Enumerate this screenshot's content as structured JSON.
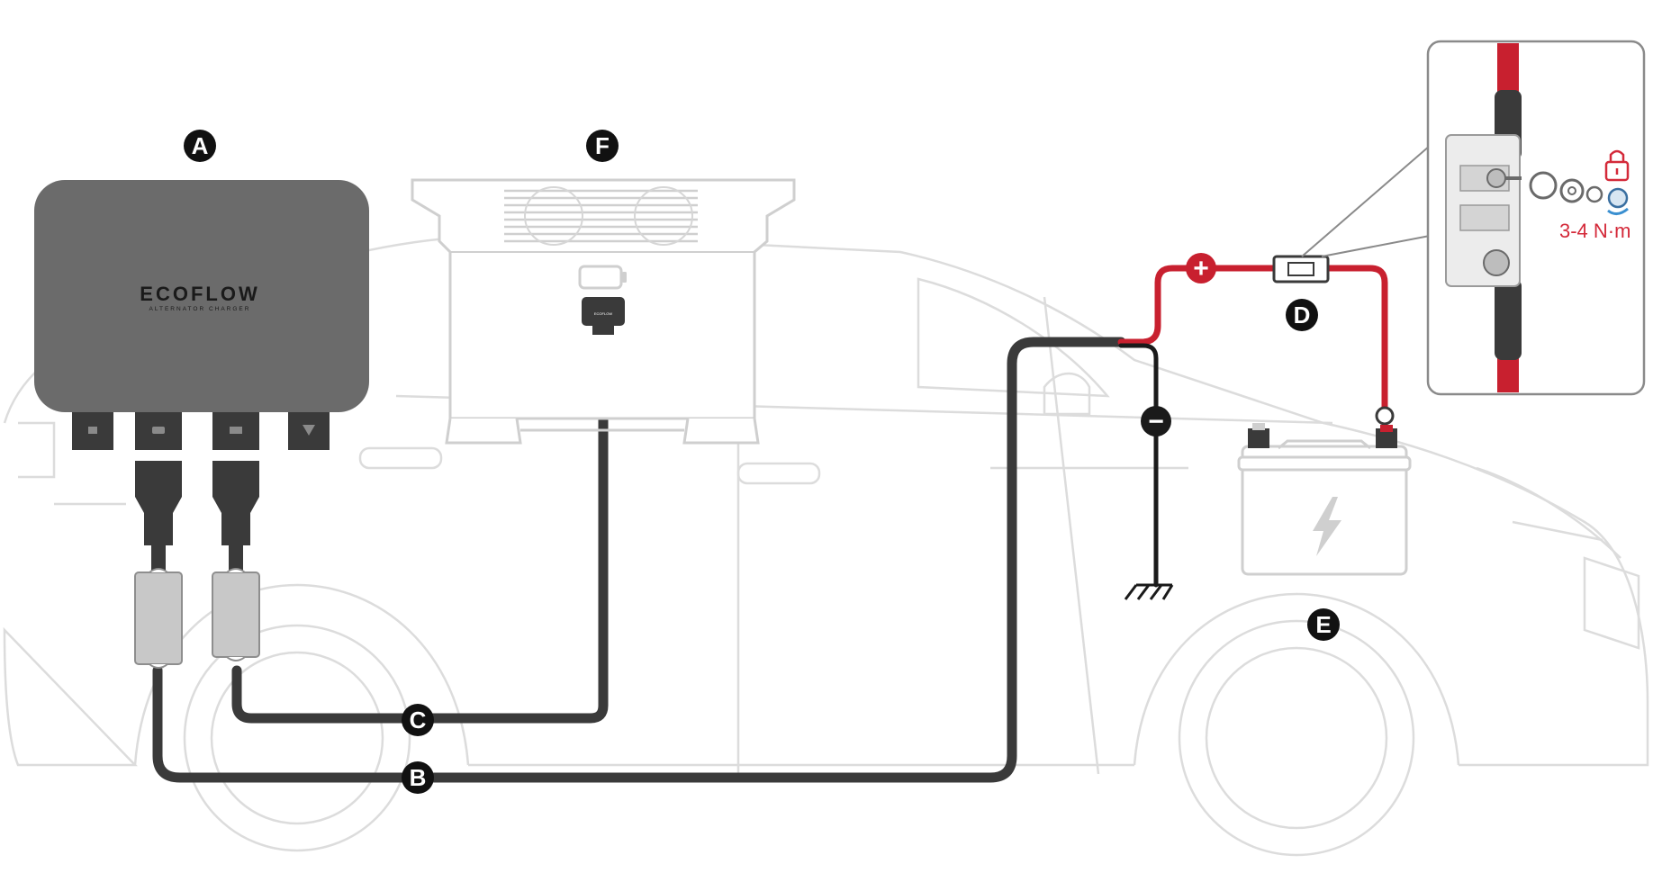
{
  "labels": {
    "alternator_charger": "A",
    "cable_b": "B",
    "cable_c": "C",
    "fuse": "D",
    "car_battery": "E",
    "power_station": "F"
  },
  "brand": {
    "logo": "ECOFLOW",
    "subtitle": "ALTERNATOR CHARGER",
    "plug_logo": "ECOFLOW"
  },
  "inset": {
    "torque": "3-4 N·m",
    "icon": "lock-icon"
  },
  "terminals": {
    "positive_symbol": "+",
    "negative_symbol": "−"
  },
  "colors": {
    "positive_wire": "#c8202f",
    "cable": "#3a3a3a",
    "device": "#6b6b6b",
    "car_outline": "#dcdcdc",
    "badge": "#111111",
    "torque_text": "#d42a3a"
  }
}
